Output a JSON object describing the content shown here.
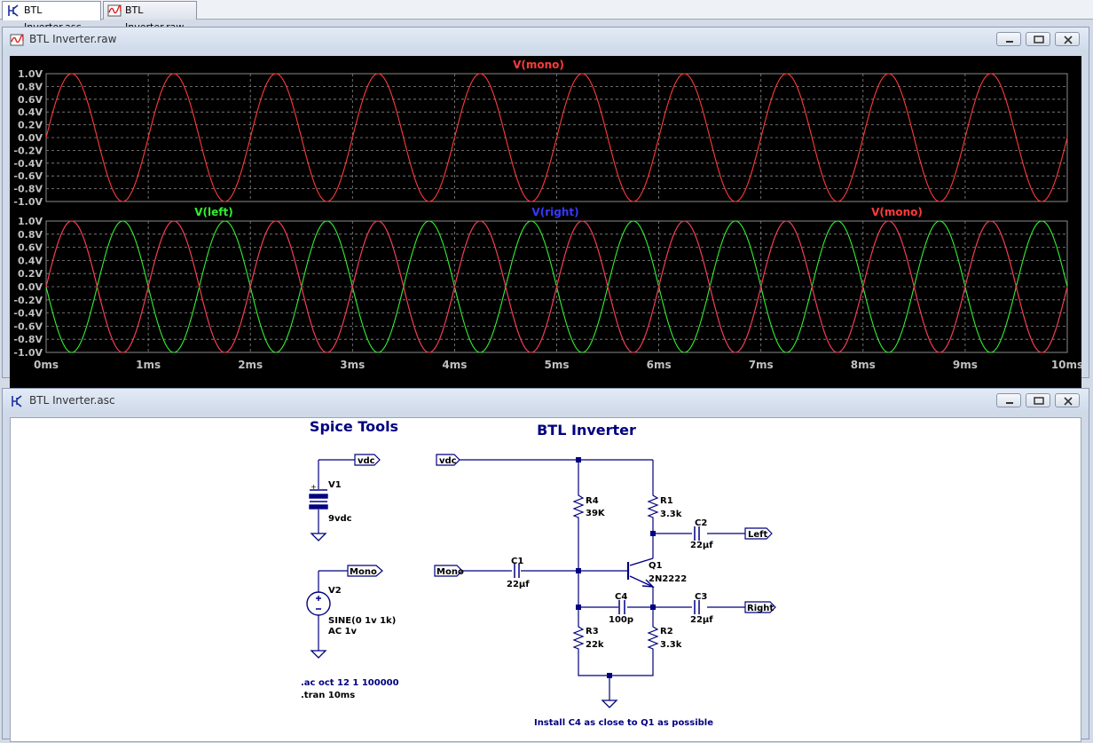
{
  "tabs": [
    {
      "label": "BTL Inverter.asc",
      "icon": "schematic-icon",
      "active": true
    },
    {
      "label": "BTL Inverter.raw",
      "icon": "waveform-icon",
      "active": false
    }
  ],
  "plot_window": {
    "title": "BTL Inverter.raw",
    "colors": {
      "mono": "#ff3a3a",
      "left": "#33ee33",
      "right": "#3838ff",
      "grid": "#8a8a8a",
      "axis_text": "#c0c0c0",
      "background": "#000000"
    }
  },
  "schematic_window": {
    "title": "BTL Inverter.asc",
    "header_left": "Spice Tools",
    "header_center": "BTL Inverter",
    "labels": {
      "vdc_source": "vdc",
      "v1_name": "V1",
      "v1_value": "9vdc",
      "mono_source": "Mono",
      "v2_name": "V2",
      "v2_value_line1": "SINE(0 1v 1k)",
      "v2_value_line2": "AC 1v",
      "vdc_main": "vdc",
      "mono_input": "Mono",
      "r4_name": "R4",
      "r4_value": "39K",
      "r1_name": "R1",
      "r1_value": "3.3k",
      "c2_name": "C2",
      "c2_value": "22µf",
      "left_out": "Left",
      "c1_name": "C1",
      "c1_value": "22µf",
      "q1_name": "Q1",
      "q1_value": "2N2222",
      "c4_name": "C4",
      "c4_value": "100p",
      "c3_name": "C3",
      "c3_value": "22µf",
      "right_out": "Right",
      "r3_name": "R3",
      "r3_value": "22k",
      "r2_name": "R2",
      "r2_value": "3.3k"
    },
    "directives": [
      ".ac oct 12 1 100000",
      ".tran 10ms"
    ],
    "note": "Install C4 as close to Q1 as possible",
    "colors": {
      "wire": "#000080",
      "text": "#000000",
      "header": "#000080"
    }
  },
  "chart_data": [
    {
      "type": "line",
      "title": "V(mono)",
      "xlabel": "",
      "ylabel": "",
      "x_ticks": [
        "0ms",
        "1ms",
        "2ms",
        "3ms",
        "4ms",
        "5ms",
        "6ms",
        "7ms",
        "8ms",
        "9ms",
        "10ms"
      ],
      "y_ticks": [
        "1.0V",
        "0.8V",
        "0.6V",
        "0.4V",
        "0.2V",
        "0.0V",
        "-0.2V",
        "-0.4V",
        "-0.6V",
        "-0.8V",
        "-1.0V"
      ],
      "xlim": [
        0,
        10
      ],
      "ylim": [
        -1.0,
        1.0
      ],
      "x_unit": "ms",
      "grid": true,
      "series": [
        {
          "name": "V(mono)",
          "color": "#ff3a3a",
          "function": "sine",
          "amplitude": 1.0,
          "frequency_khz": 1,
          "phase_deg": 0
        }
      ]
    },
    {
      "type": "line",
      "x_ticks": [
        "0ms",
        "1ms",
        "2ms",
        "3ms",
        "4ms",
        "5ms",
        "6ms",
        "7ms",
        "8ms",
        "9ms",
        "10ms"
      ],
      "y_ticks": [
        "1.0V",
        "0.8V",
        "0.6V",
        "0.4V",
        "0.2V",
        "0.0V",
        "-0.2V",
        "-0.4V",
        "-0.6V",
        "-0.8V",
        "-1.0V"
      ],
      "xlim": [
        0,
        10
      ],
      "ylim": [
        -1.0,
        1.0
      ],
      "x_unit": "ms",
      "grid": true,
      "legend": [
        "V(left)",
        "V(right)",
        "V(mono)"
      ],
      "series": [
        {
          "name": "V(left)",
          "color": "#33ee33",
          "function": "sine",
          "amplitude": 1.0,
          "frequency_khz": 1,
          "phase_deg": 180
        },
        {
          "name": "V(right)",
          "color": "#3838ff",
          "function": "sine",
          "amplitude": 1.0,
          "frequency_khz": 1,
          "phase_deg": 0
        },
        {
          "name": "V(mono)",
          "color": "#ff3a3a",
          "function": "sine",
          "amplitude": 1.0,
          "frequency_khz": 1,
          "phase_deg": 0
        }
      ]
    }
  ]
}
